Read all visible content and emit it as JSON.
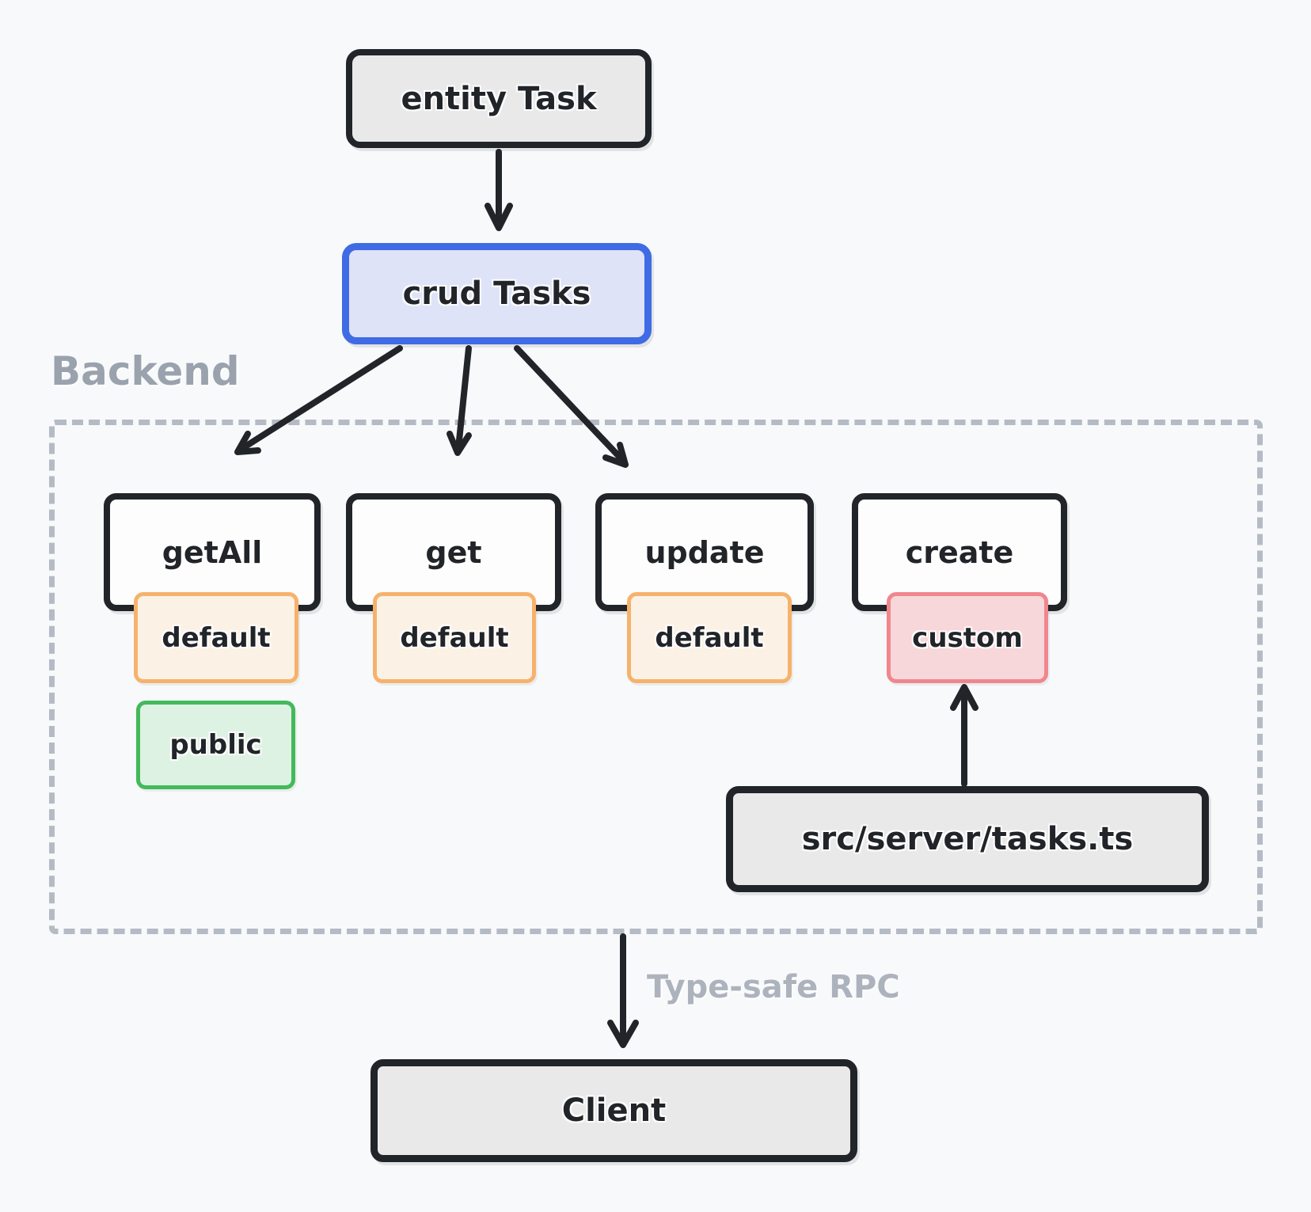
{
  "nodes": {
    "entity": "entity Task",
    "crud": "crud Tasks",
    "server_file": "src/server/tasks.ts",
    "client": "Client"
  },
  "region": {
    "backend_label": "Backend"
  },
  "edge_labels": {
    "rpc": "Type-safe RPC"
  },
  "methods": [
    {
      "name": "getAll",
      "badge": "default",
      "extra_badge": "public"
    },
    {
      "name": "get",
      "badge": "default"
    },
    {
      "name": "update",
      "badge": "default"
    },
    {
      "name": "create",
      "badge": "custom"
    }
  ],
  "colors": {
    "background": "#f8f9fb",
    "node_border": "#212428",
    "node_fill": "#e9e9ea",
    "method_fill": "#fdfdfe",
    "crud_border": "#3f6be4",
    "crud_fill": "#dfe3f8",
    "default_border": "#f6b26c",
    "default_fill": "#fbf2e5",
    "custom_border": "#f0868e",
    "custom_fill": "#f7d7da",
    "public_border": "#42ba5b",
    "public_fill": "#def2e3",
    "backend_text": "#9aa2ad",
    "rpc_text": "#acb3bd",
    "dashed_border": "#b5bbc4"
  }
}
